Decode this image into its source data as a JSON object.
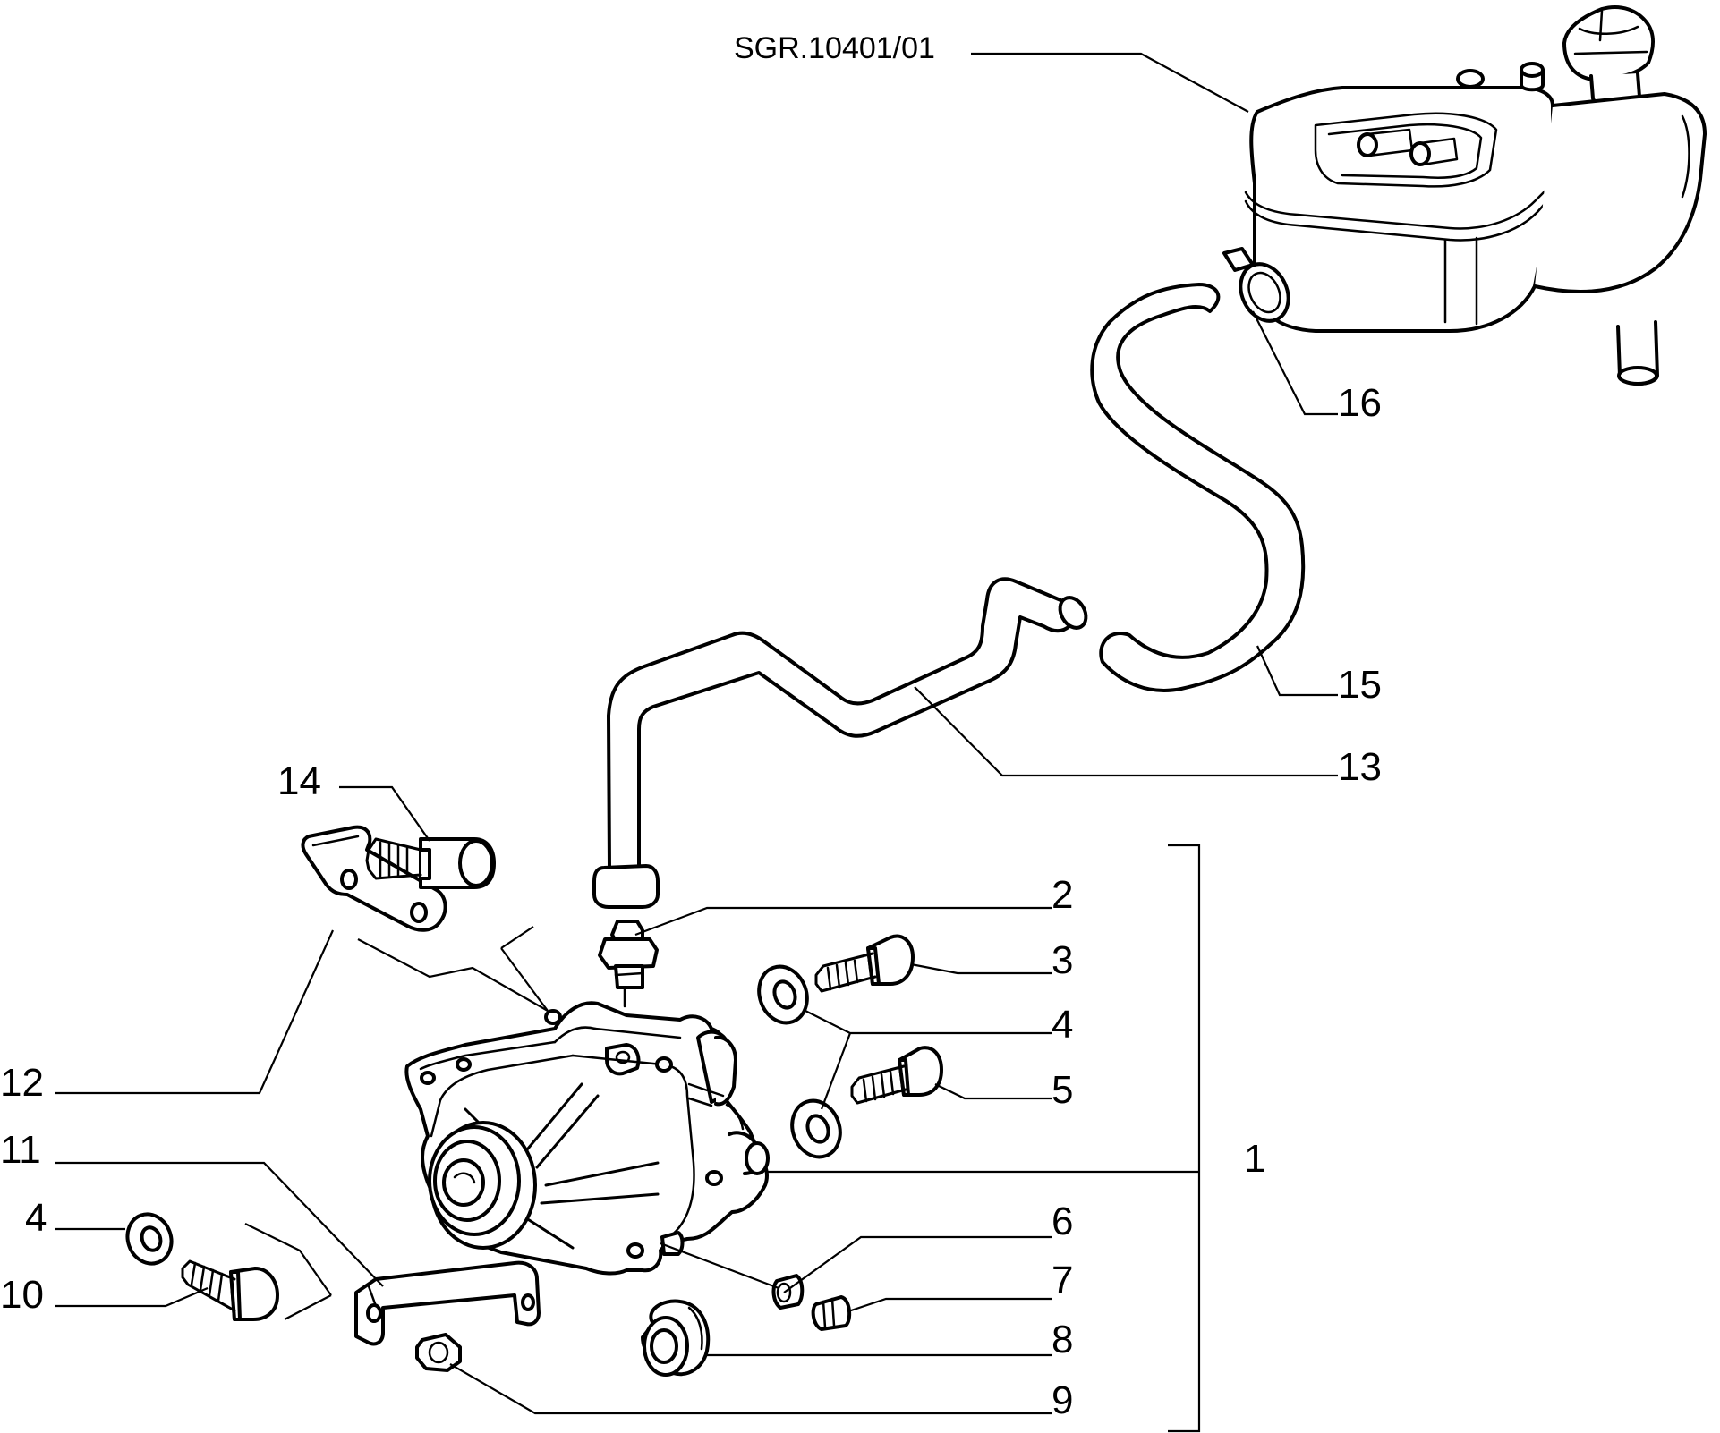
{
  "reference_code": "SGR.10401/01",
  "callouts": {
    "c1": "1",
    "c2": "2",
    "c3": "3",
    "c4a": "4",
    "c4b": "4",
    "c5": "5",
    "c6": "6",
    "c7": "7",
    "c8": "8",
    "c9": "9",
    "c10": "10",
    "c11": "11",
    "c12": "12",
    "c13": "13",
    "c14": "14",
    "c15": "15",
    "c16": "16"
  },
  "colors": {
    "line": "#000000",
    "background": "#ffffff"
  }
}
